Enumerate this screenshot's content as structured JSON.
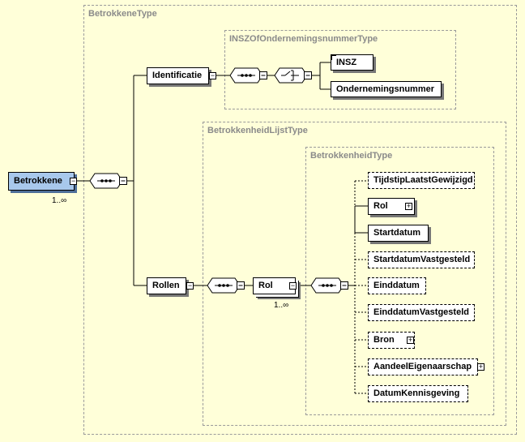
{
  "regions": {
    "betrokkene_type": "BetrokkeneType",
    "insz_type": "INSZOfOndernemingsnummerType",
    "lijst_type": "BetrokkenheidLijstType",
    "betrokkenheid_type": "BetrokkenheidType"
  },
  "nodes": {
    "betrokkene": "Betrokkene",
    "betrokkene_card": "1..∞",
    "identificatie": "Identificatie",
    "insz": "INSZ",
    "ondernemingsnummer": "Ondernemingsnummer",
    "rollen": "Rollen",
    "rol": "Rol",
    "rol_card": "1..∞",
    "tijdstip": "TijdstipLaatstGewijzigd",
    "rol_child": "Rol",
    "startdatum": "Startdatum",
    "startdatum_vastgesteld": "StartdatumVastgesteld",
    "einddatum": "Einddatum",
    "einddatum_vastgesteld": "EinddatumVastgesteld",
    "bron": "Bron",
    "aandeel": "AandeelEigenaarschap",
    "datum_kennisgeving": "DatumKennisgeving"
  },
  "colors": {
    "background": "#FFFFD9",
    "root_fill": "#A8C8EC",
    "region_border": "#9a9a9a"
  }
}
